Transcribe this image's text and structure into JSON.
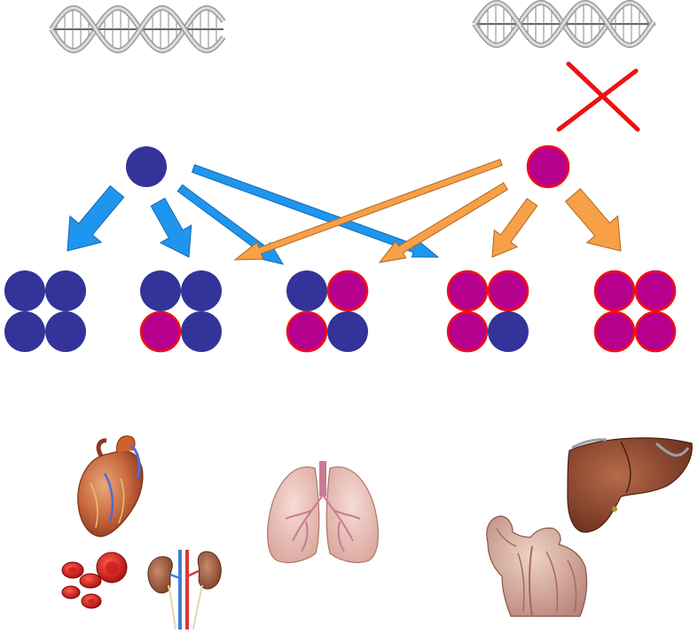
{
  "colors": {
    "blue_cell": "#333399",
    "magenta_cell": "#b8008f",
    "magenta_outline": "#ee1111",
    "blue_arrow": "#1f96ee",
    "orange_arrow": "#f7a047",
    "cross": "#ee1111",
    "dna": "#555555",
    "background": "#ffffff"
  },
  "dna_left": {
    "icon": "dna-helix-icon"
  },
  "dna_right": {
    "icon": "dna-helix-icon",
    "status": "crossed-out"
  },
  "parents": [
    {
      "id": "parent-normal",
      "type": "blue"
    },
    {
      "id": "parent-modified",
      "type": "magenta"
    }
  ],
  "colonies": [
    {
      "id": "colony-1",
      "cells": [
        "blue",
        "blue",
        "blue",
        "blue"
      ]
    },
    {
      "id": "colony-2",
      "cells": [
        "blue",
        "blue",
        "magenta",
        "blue"
      ]
    },
    {
      "id": "colony-3",
      "cells": [
        "blue",
        "magenta",
        "magenta",
        "blue"
      ]
    },
    {
      "id": "colony-4",
      "cells": [
        "magenta",
        "magenta",
        "magenta",
        "blue"
      ]
    },
    {
      "id": "colony-5",
      "cells": [
        "magenta",
        "magenta",
        "magenta",
        "magenta"
      ]
    }
  ],
  "arrows": [
    {
      "from": "parent-normal",
      "to": "colony-1",
      "color": "blue"
    },
    {
      "from": "parent-normal",
      "to": "colony-2",
      "color": "blue"
    },
    {
      "from": "parent-normal",
      "to": "colony-3",
      "color": "blue"
    },
    {
      "from": "parent-normal",
      "to": "colony-4",
      "color": "blue"
    },
    {
      "from": "parent-modified",
      "to": "colony-2",
      "color": "orange"
    },
    {
      "from": "parent-modified",
      "to": "colony-3",
      "color": "orange"
    },
    {
      "from": "parent-modified",
      "to": "colony-4",
      "color": "orange"
    },
    {
      "from": "parent-modified",
      "to": "colony-5",
      "color": "orange"
    }
  ],
  "organs": [
    {
      "id": "heart",
      "icon": "heart-icon"
    },
    {
      "id": "blood-cells",
      "icon": "red-blood-cells-icon"
    },
    {
      "id": "kidneys",
      "icon": "kidneys-icon"
    },
    {
      "id": "lungs",
      "icon": "lungs-icon"
    },
    {
      "id": "liver",
      "icon": "liver-icon"
    },
    {
      "id": "muscles",
      "icon": "muscular-torso-icon"
    }
  ]
}
